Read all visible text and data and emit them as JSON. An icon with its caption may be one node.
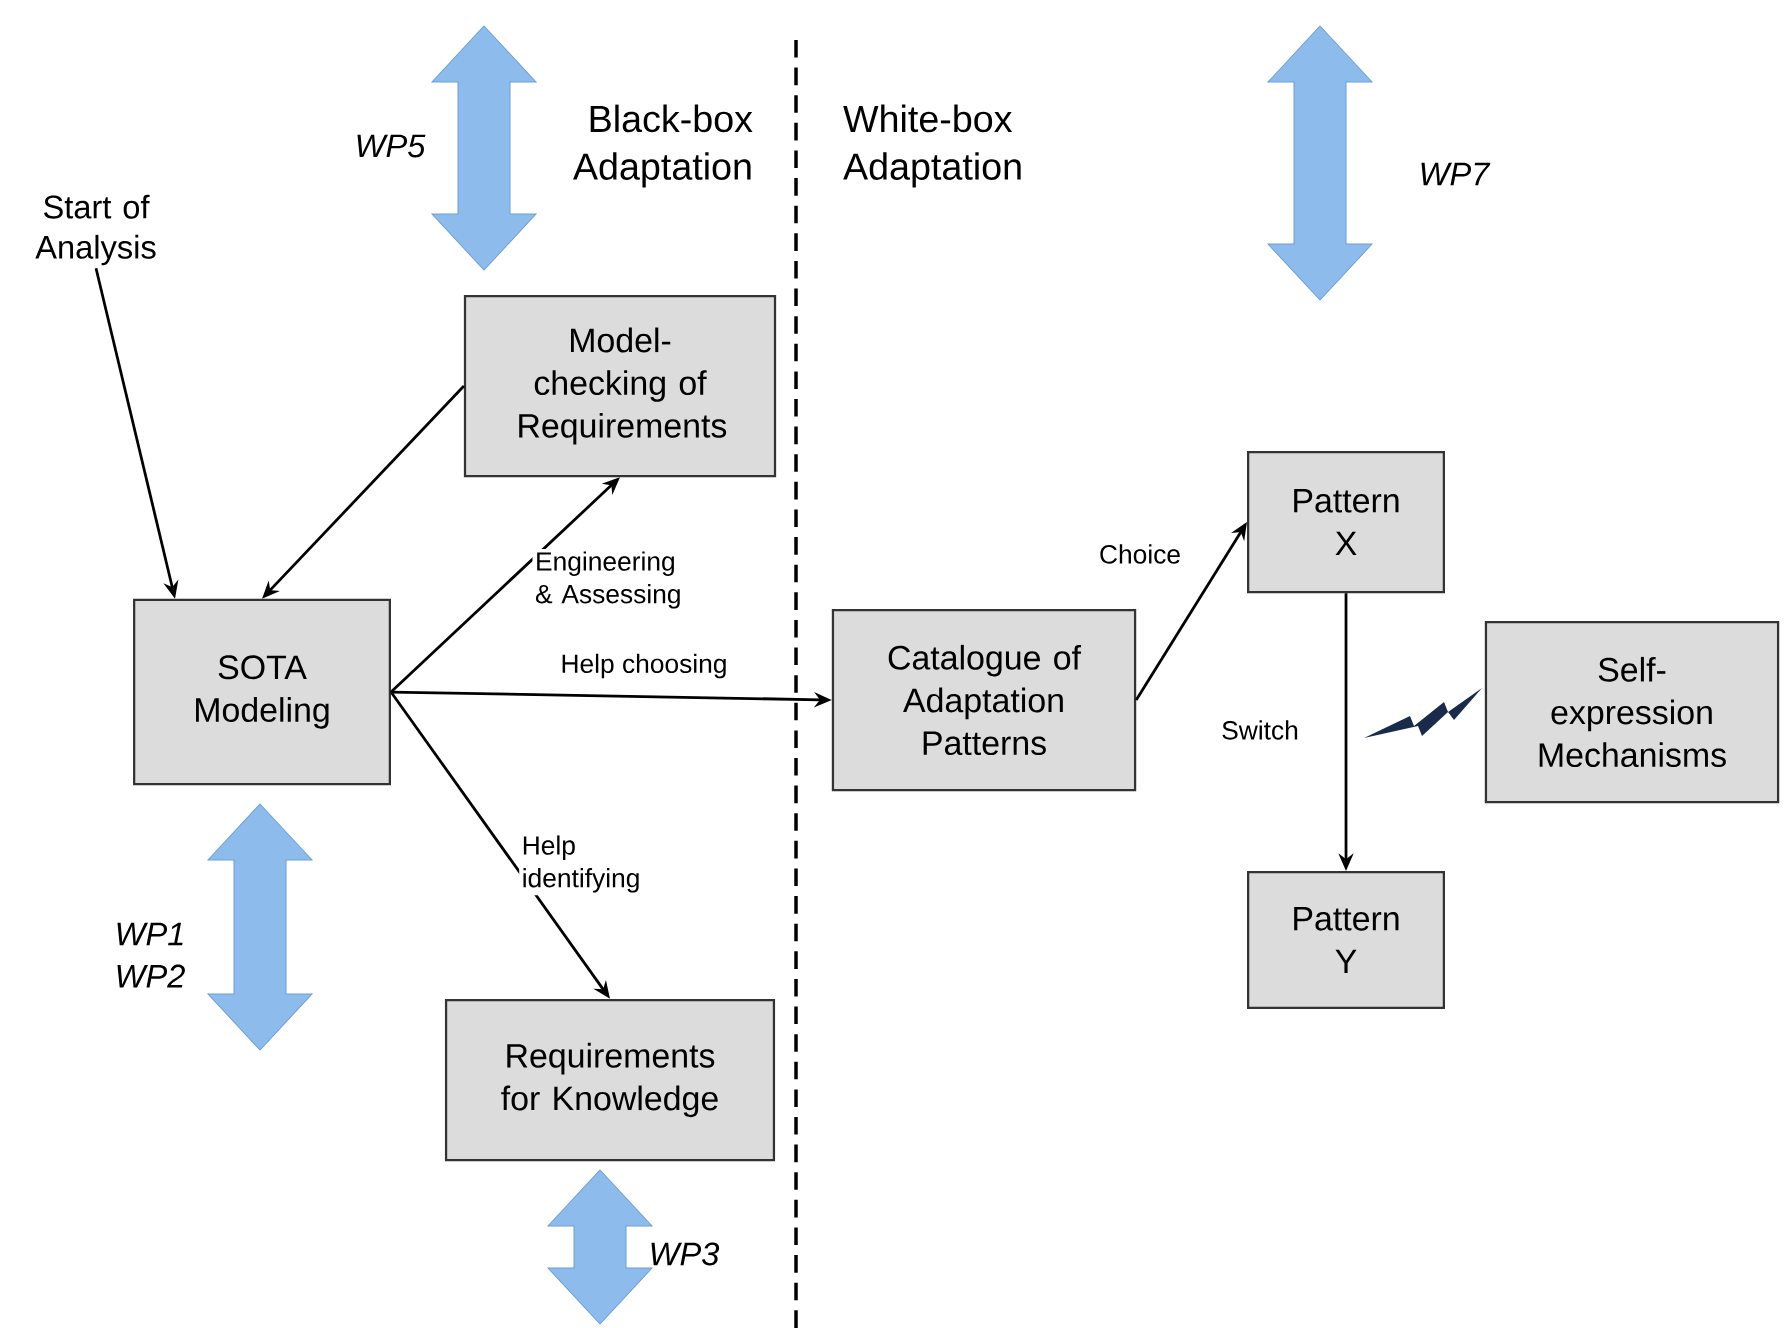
{
  "diagram": {
    "nodes": [
      {
        "text": [
          "Start of Analysis"
        ]
      },
      {
        "text": [
          "Model-checking of Requirements"
        ]
      },
      {
        "text": [
          "Pattern X"
        ]
      },
      {
        "text": [
          "SOTA Modeling"
        ]
      },
      {
        "text": [
          "Catalogue of Adaptation Patterns"
        ]
      },
      {
        "text": [
          "Self-expression Mechanisms"
        ]
      },
      {
        "text": [
          "Pattern Y"
        ]
      },
      {
        "text": [
          "Requirements for Knowledge"
        ]
      }
    ],
    "edges": [
      {
        "from": 0,
        "to": 3,
        "arrow": "to"
      },
      {
        "from": 1,
        "to": 3,
        "arrow": "to"
      },
      {
        "from": 3,
        "to": 1,
        "arrow": "to",
        "label": "Engineering & Assessing"
      },
      {
        "from": 3,
        "to": 4,
        "arrow": "to",
        "label": "Help choosing"
      },
      {
        "from": 3,
        "to": 7,
        "arrow": "to",
        "label": "Help identifying"
      },
      {
        "from": 4,
        "to": 2,
        "arrow": "to",
        "label": "Choice"
      },
      {
        "from": 2,
        "to": 6,
        "arrow": "to",
        "label": "Switch"
      }
    ],
    "labels": [
      "WP5",
      "Black-box Adaptation",
      "White-box Adaptation",
      "WP7",
      "WP1",
      "WP2",
      "WP3"
    ]
  }
}
